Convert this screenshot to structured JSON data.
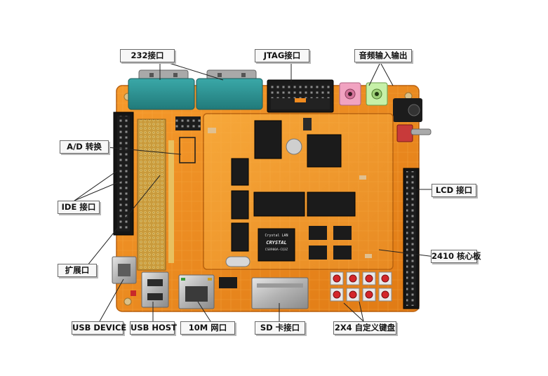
{
  "labels": {
    "rs232": "232接口",
    "jtag": "JTAG接口",
    "audio": "音频输入输出",
    "adc": "A/D 转换",
    "ide": "IDE 接口",
    "lcd": "LCD 接口",
    "expansion": "扩展口",
    "core_board": "2410 核心板",
    "usb_device": "USB DEVICE",
    "usb_host": "USB HOST",
    "ethernet": "10M 网口",
    "sd": "SD 卡接口",
    "keypad": "2X4 自定义键盘"
  },
  "chips": {
    "ethernet_controller_brand": "Crystal LAN",
    "ethernet_controller_logo": "CRYSTAL",
    "ethernet_controller_part": "CS8900A-CQ3Z"
  },
  "colors": {
    "pcb": "#f08a1e",
    "core_board": "#f29a2a",
    "db9": "#2f9a9a",
    "label_border": "#6a6a6a"
  }
}
